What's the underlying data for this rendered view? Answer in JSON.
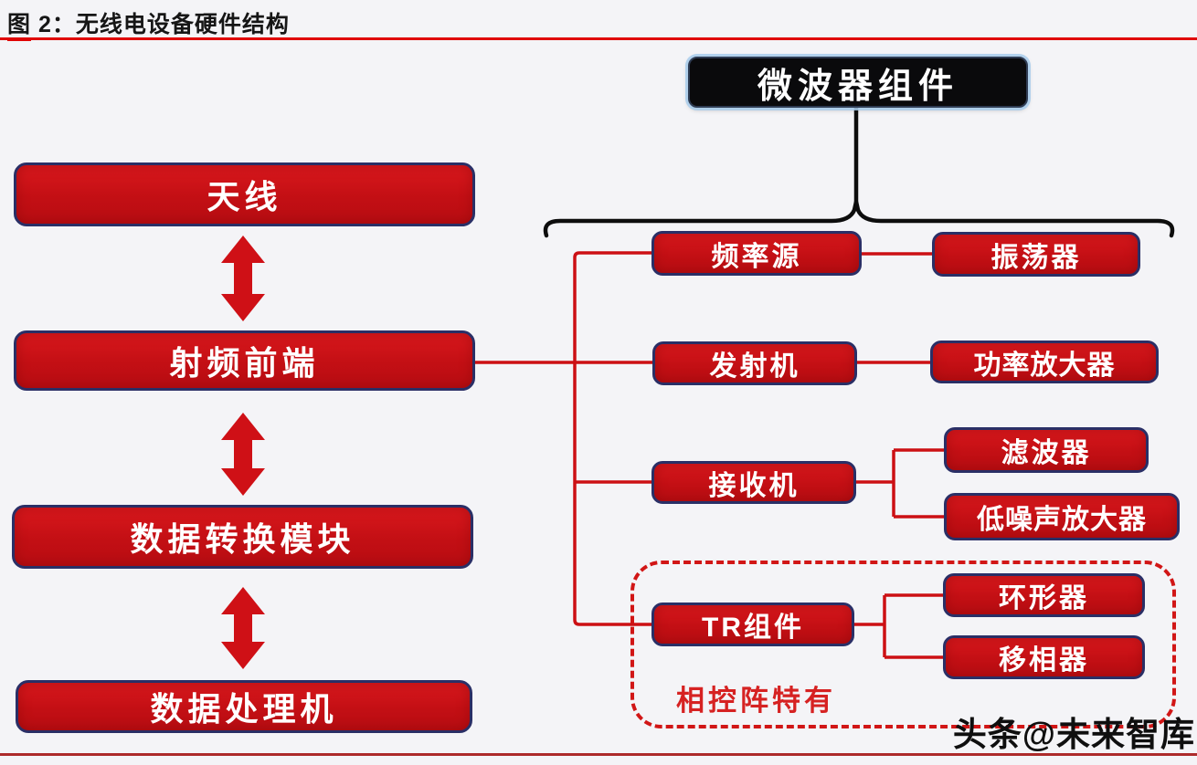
{
  "figure": {
    "title_underlined": "图",
    "title_rest": " 2：无线电设备硬件结构",
    "watermark": "头条@未来智库"
  },
  "colors": {
    "box_red": "#c30f14",
    "border_navy": "#2a2f66",
    "connector_red": "#cc1014",
    "arrow_red": "#cf1016",
    "top_rule": "#e00505",
    "bottom_rule": "#ad2b2b",
    "black_box": "#0a0a0c",
    "dashed_red": "#d11616",
    "note_red": "#d62222",
    "background": "#f4f4f7"
  },
  "left_column": {
    "items": [
      {
        "label": "天线"
      },
      {
        "label": "射频前端"
      },
      {
        "label": "数据转换模块"
      },
      {
        "label": "数据处理机"
      }
    ]
  },
  "microwave": {
    "header": "微波器组件",
    "branches": [
      {
        "parent": "频率源",
        "children": [
          "振荡器"
        ]
      },
      {
        "parent": "发射机",
        "children": [
          "功率放大器"
        ]
      },
      {
        "parent": "接收机",
        "children": [
          "滤波器",
          "低噪声放大器"
        ]
      },
      {
        "parent": "TR组件",
        "children": [
          "环形器",
          "移相器"
        ]
      }
    ],
    "note": "相控阵特有"
  }
}
